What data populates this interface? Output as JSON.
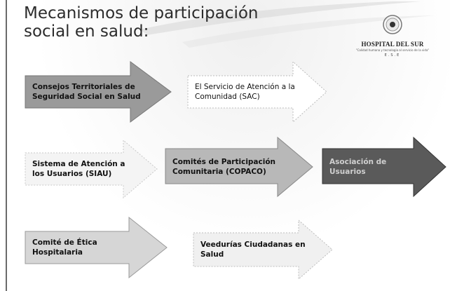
{
  "slide": {
    "title_line1": "Mecanismos de participación",
    "title_line2": "social en salud:"
  },
  "logo": {
    "name": "HOSPITAL DEL SUR",
    "motto": "\"Calidad humana y tecnologia al servicio de la vida\"",
    "tag": "E.S.E"
  },
  "mechanisms": [
    {
      "label": "Consejos Territoriales de Seguridad Social en Salud",
      "fill": "#9a9a9a"
    },
    {
      "label": "El Servicio de Atención a la Comunidad (SAC)",
      "fill": "#ffffff"
    },
    {
      "label": "Sistema de Atención a los Usuarios (SIAU)",
      "fill": "#f4f4f4"
    },
    {
      "label": "Comités de Participación Comunitaria (COPACO)",
      "fill": "#b8b8b8"
    },
    {
      "label": "Asociación de Usuarios",
      "fill": "#5a5a5a"
    },
    {
      "label": "Comité de Ética Hospitalaria",
      "fill": "#d6d6d6"
    },
    {
      "label": "Veedurías Ciudadanas en Salud",
      "fill": "#f0f0f0"
    }
  ]
}
